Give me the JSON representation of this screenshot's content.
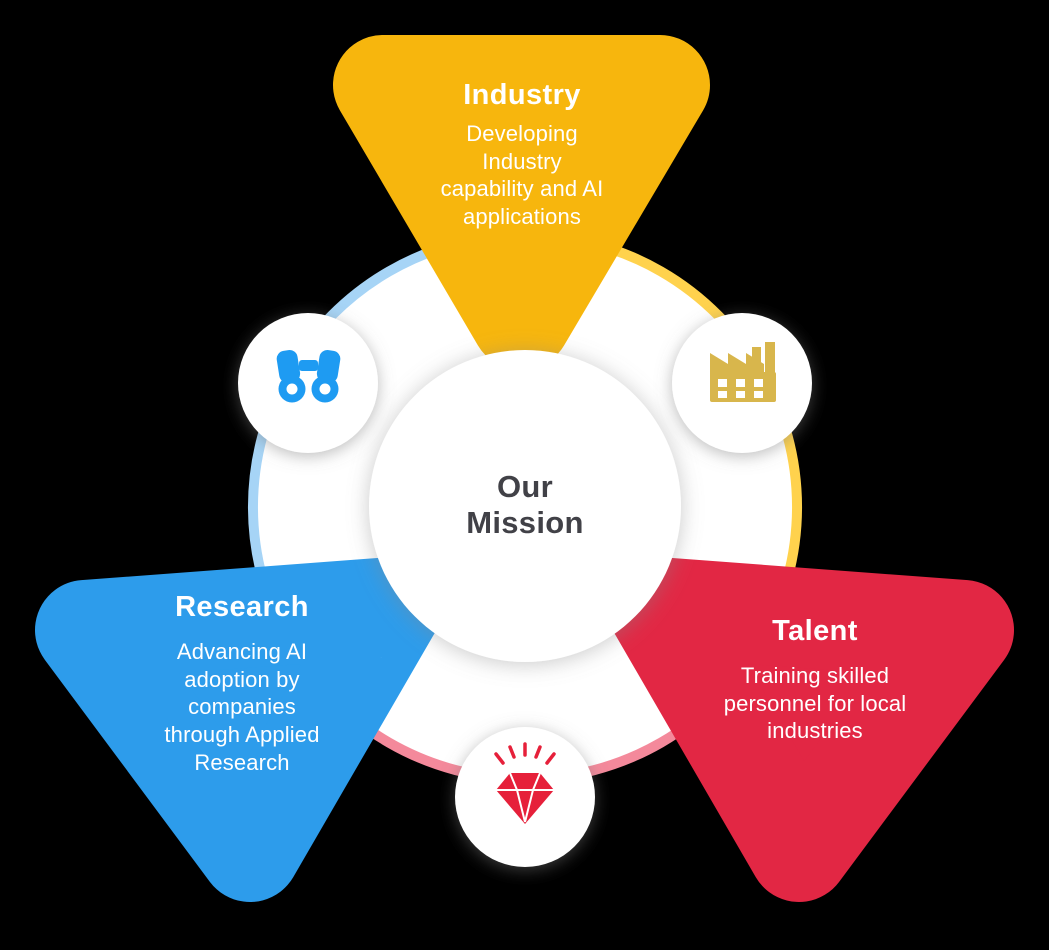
{
  "page": {
    "background": "#000000",
    "disk_fill": "#ffffff"
  },
  "center": {
    "title": "Our\nMission",
    "text_color": "#414147",
    "fill": "#ffffff"
  },
  "sections": {
    "industry": {
      "title": "Industry",
      "body": "Developing\nIndustry\ncapability and AI\napplications",
      "triangle_color": "#F7B60D",
      "ring_color": "#FFD24D",
      "icon": "factory-icon",
      "icon_color": "#D8B64C"
    },
    "research": {
      "title": "Research",
      "body": "Advancing AI\nadoption by\ncompanies\nthrough Applied\nResearch",
      "triangle_color": "#2D9CEB",
      "ring_color": "#A6D4F6",
      "icon": "binoculars-icon",
      "icon_color": "#1E9BF2"
    },
    "talent": {
      "title": "Talent",
      "body": "Training skilled\npersonnel for local\nindustries",
      "triangle_color": "#E22744",
      "ring_color": "#F4899B",
      "icon": "diamond-icon",
      "icon_color": "#E6203A"
    }
  }
}
